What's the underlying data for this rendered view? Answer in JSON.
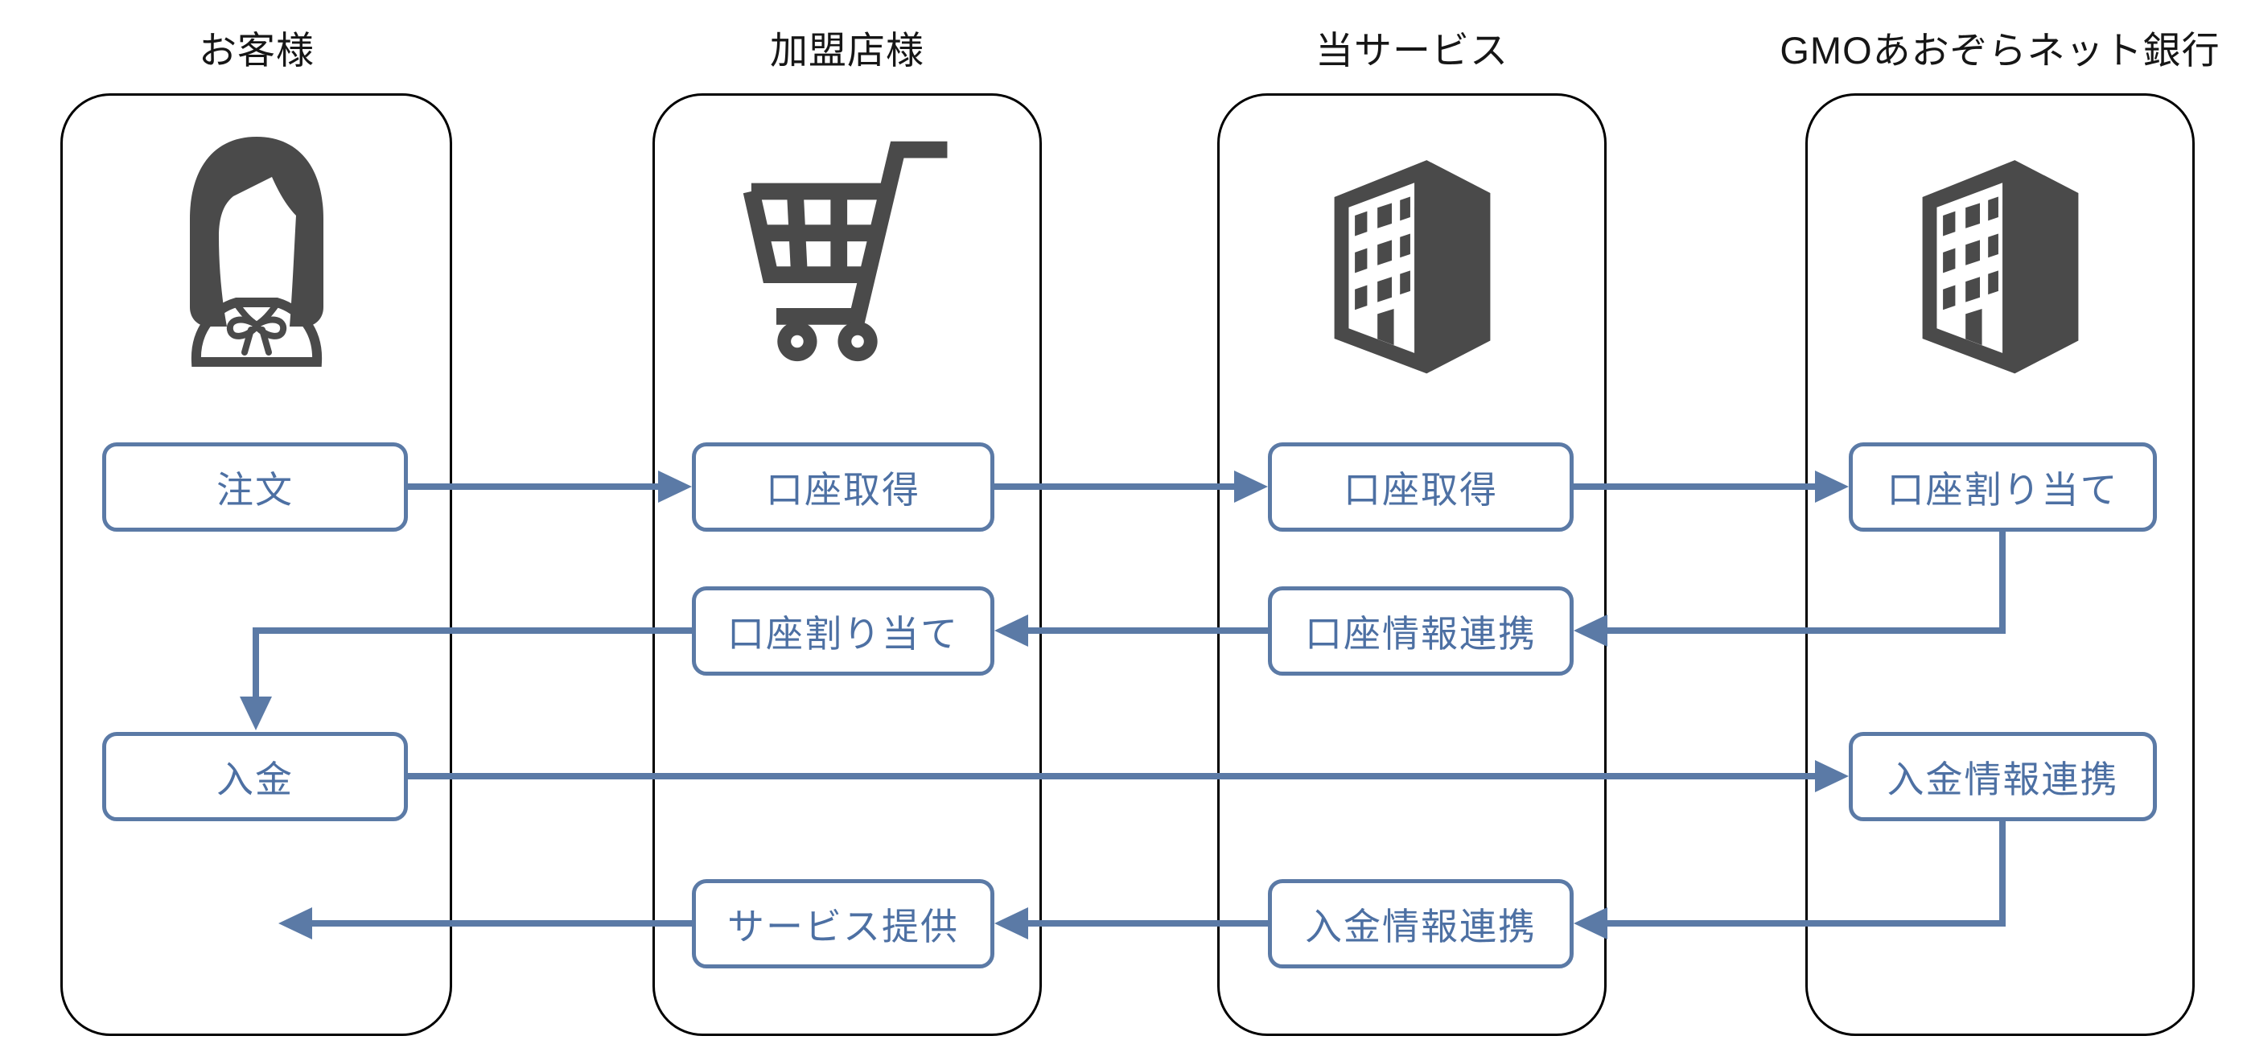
{
  "diagram_title": "",
  "colors": {
    "accent": "#5b7aa6",
    "box_text": "#4d70a3",
    "icon": "#4a4a4a",
    "lane_border": "#000000",
    "background": "#ffffff",
    "header_text": "#161616"
  },
  "lanes": [
    {
      "label": "お客様",
      "icon": "woman-icon"
    },
    {
      "label": "加盟店様",
      "icon": "shopping-cart-icon"
    },
    {
      "label": "当サービス",
      "icon": "office-building-icon"
    },
    {
      "label": "GMOあおぞらネット銀行",
      "icon": "bank-building-icon"
    }
  ],
  "nodes": [
    {
      "lane": "お客様",
      "row": 1,
      "label": "注文"
    },
    {
      "lane": "加盟店様",
      "row": 1,
      "label": "口座取得"
    },
    {
      "lane": "当サービス",
      "row": 1,
      "label": "口座取得"
    },
    {
      "lane": "GMOあおぞらネット銀行",
      "row": 1,
      "label": "口座割り当て"
    },
    {
      "lane": "加盟店様",
      "row": 2,
      "label": "口座割り当て"
    },
    {
      "lane": "当サービス",
      "row": 2,
      "label": "口座情報連携"
    },
    {
      "lane": "お客様",
      "row": 3,
      "label": "入金"
    },
    {
      "lane": "GMOあおぞらネット銀行",
      "row": 3,
      "label": "入金情報連携"
    },
    {
      "lane": "加盟店様",
      "row": 4,
      "label": "サービス提供"
    },
    {
      "lane": "当サービス",
      "row": 4,
      "label": "入金情報連携"
    }
  ],
  "flows": [
    {
      "from_lane": "お客様",
      "from": "注文",
      "to_lane": "加盟店様",
      "to": "口座取得"
    },
    {
      "from_lane": "加盟店様",
      "from": "口座取得",
      "to_lane": "当サービス",
      "to": "口座取得"
    },
    {
      "from_lane": "当サービス",
      "from": "口座取得",
      "to_lane": "GMOあおぞらネット銀行",
      "to": "口座割り当て"
    },
    {
      "from_lane": "GMOあおぞらネット銀行",
      "from": "口座割り当て",
      "to_lane": "当サービス",
      "to": "口座情報連携"
    },
    {
      "from_lane": "当サービス",
      "from": "口座情報連携",
      "to_lane": "加盟店様",
      "to": "口座割り当て"
    },
    {
      "from_lane": "加盟店様",
      "from": "口座割り当て",
      "to_lane": "お客様",
      "to": "入金"
    },
    {
      "from_lane": "お客様",
      "from": "入金",
      "to_lane": "GMOあおぞらネット銀行",
      "to": "入金情報連携"
    },
    {
      "from_lane": "GMOあおぞらネット銀行",
      "from": "入金情報連携",
      "to_lane": "当サービス",
      "to": "入金情報連携"
    },
    {
      "from_lane": "当サービス",
      "from": "入金情報連携",
      "to_lane": "加盟店様",
      "to": "サービス提供"
    },
    {
      "from_lane": "加盟店様",
      "from": "サービス提供",
      "to_lane": "お客様",
      "to": ""
    }
  ]
}
